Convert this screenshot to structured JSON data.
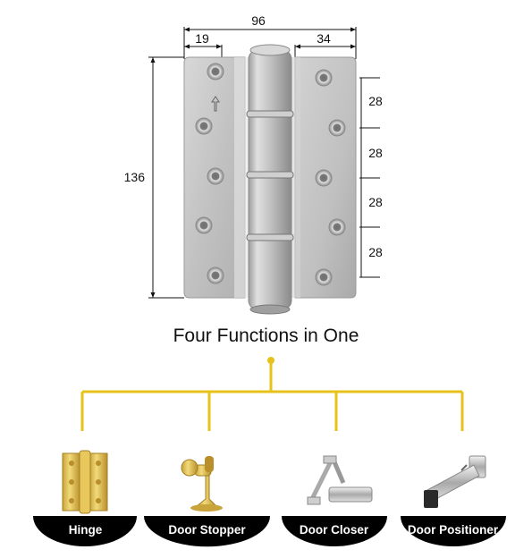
{
  "dimensions": {
    "overall_width": "96",
    "left_leaf_width": "19",
    "right_leaf_width": "34",
    "height": "136",
    "hole_spacing": [
      "28",
      "28",
      "28",
      "28"
    ]
  },
  "title": "Four Functions in One",
  "colors": {
    "tree_line": "#e6c21a",
    "label_background": "#000000",
    "steel": "#c9c9c9",
    "brass": "#e2c35a"
  },
  "functions": [
    {
      "label": "Hinge",
      "icon": "brass-hinge-icon"
    },
    {
      "label": "Door Stopper",
      "icon": "door-stopper-icon"
    },
    {
      "label": "Door Closer",
      "icon": "door-closer-icon"
    },
    {
      "label": "Door Positioner",
      "icon": "door-positioner-icon"
    }
  ]
}
